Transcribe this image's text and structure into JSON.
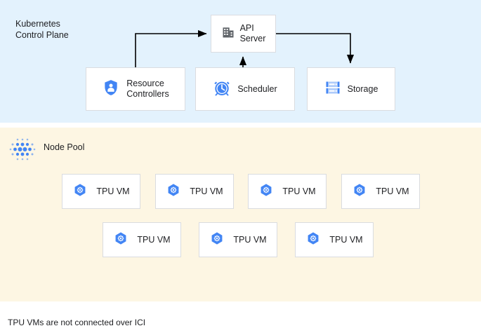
{
  "diagram": {
    "caption": "TPU VMs are not connected over ICI",
    "colors": {
      "control_plane_background": "#e3f2fd",
      "node_pool_background": "#fdf6e3",
      "box_background": "#ffffff",
      "box_border": "#dadce0",
      "accent_blue": "#4285f4",
      "icon_gray": "#5f6368",
      "arrow": "#000000",
      "text": "#202124"
    }
  },
  "control_plane": {
    "title": "Kubernetes\nControl Plane",
    "nodes": [
      {
        "id": "api-server",
        "label": "API\nServer",
        "icon": "building-icon"
      },
      {
        "id": "resource-controllers",
        "label": "Resource\nControllers",
        "icon": "shield-user-icon"
      },
      {
        "id": "scheduler",
        "label": "Scheduler",
        "icon": "alarm-clock-icon"
      },
      {
        "id": "storage",
        "label": "Storage",
        "icon": "server-rack-icon"
      }
    ],
    "connections": [
      {
        "from": "resource-controllers",
        "to": "api-server",
        "style": "elbow-up-right-arrow"
      },
      {
        "from": "scheduler",
        "to": "api-server",
        "style": "straight-up-arrow"
      },
      {
        "from": "api-server",
        "to": "storage",
        "style": "elbow-right-down-arrow"
      }
    ]
  },
  "node_pool": {
    "title": "Node Pool",
    "icon": "dot-matrix-icon",
    "rows": [
      {
        "vms": [
          {
            "label": "TPU VM",
            "icon": "tpu-hex-icon"
          },
          {
            "label": "TPU VM",
            "icon": "tpu-hex-icon"
          },
          {
            "label": "TPU VM",
            "icon": "tpu-hex-icon"
          },
          {
            "label": "TPU VM",
            "icon": "tpu-hex-icon"
          }
        ]
      },
      {
        "vms": [
          {
            "label": "TPU VM",
            "icon": "tpu-hex-icon"
          },
          {
            "label": "TPU VM",
            "icon": "tpu-hex-icon"
          },
          {
            "label": "TPU VM",
            "icon": "tpu-hex-icon"
          }
        ]
      }
    ]
  }
}
